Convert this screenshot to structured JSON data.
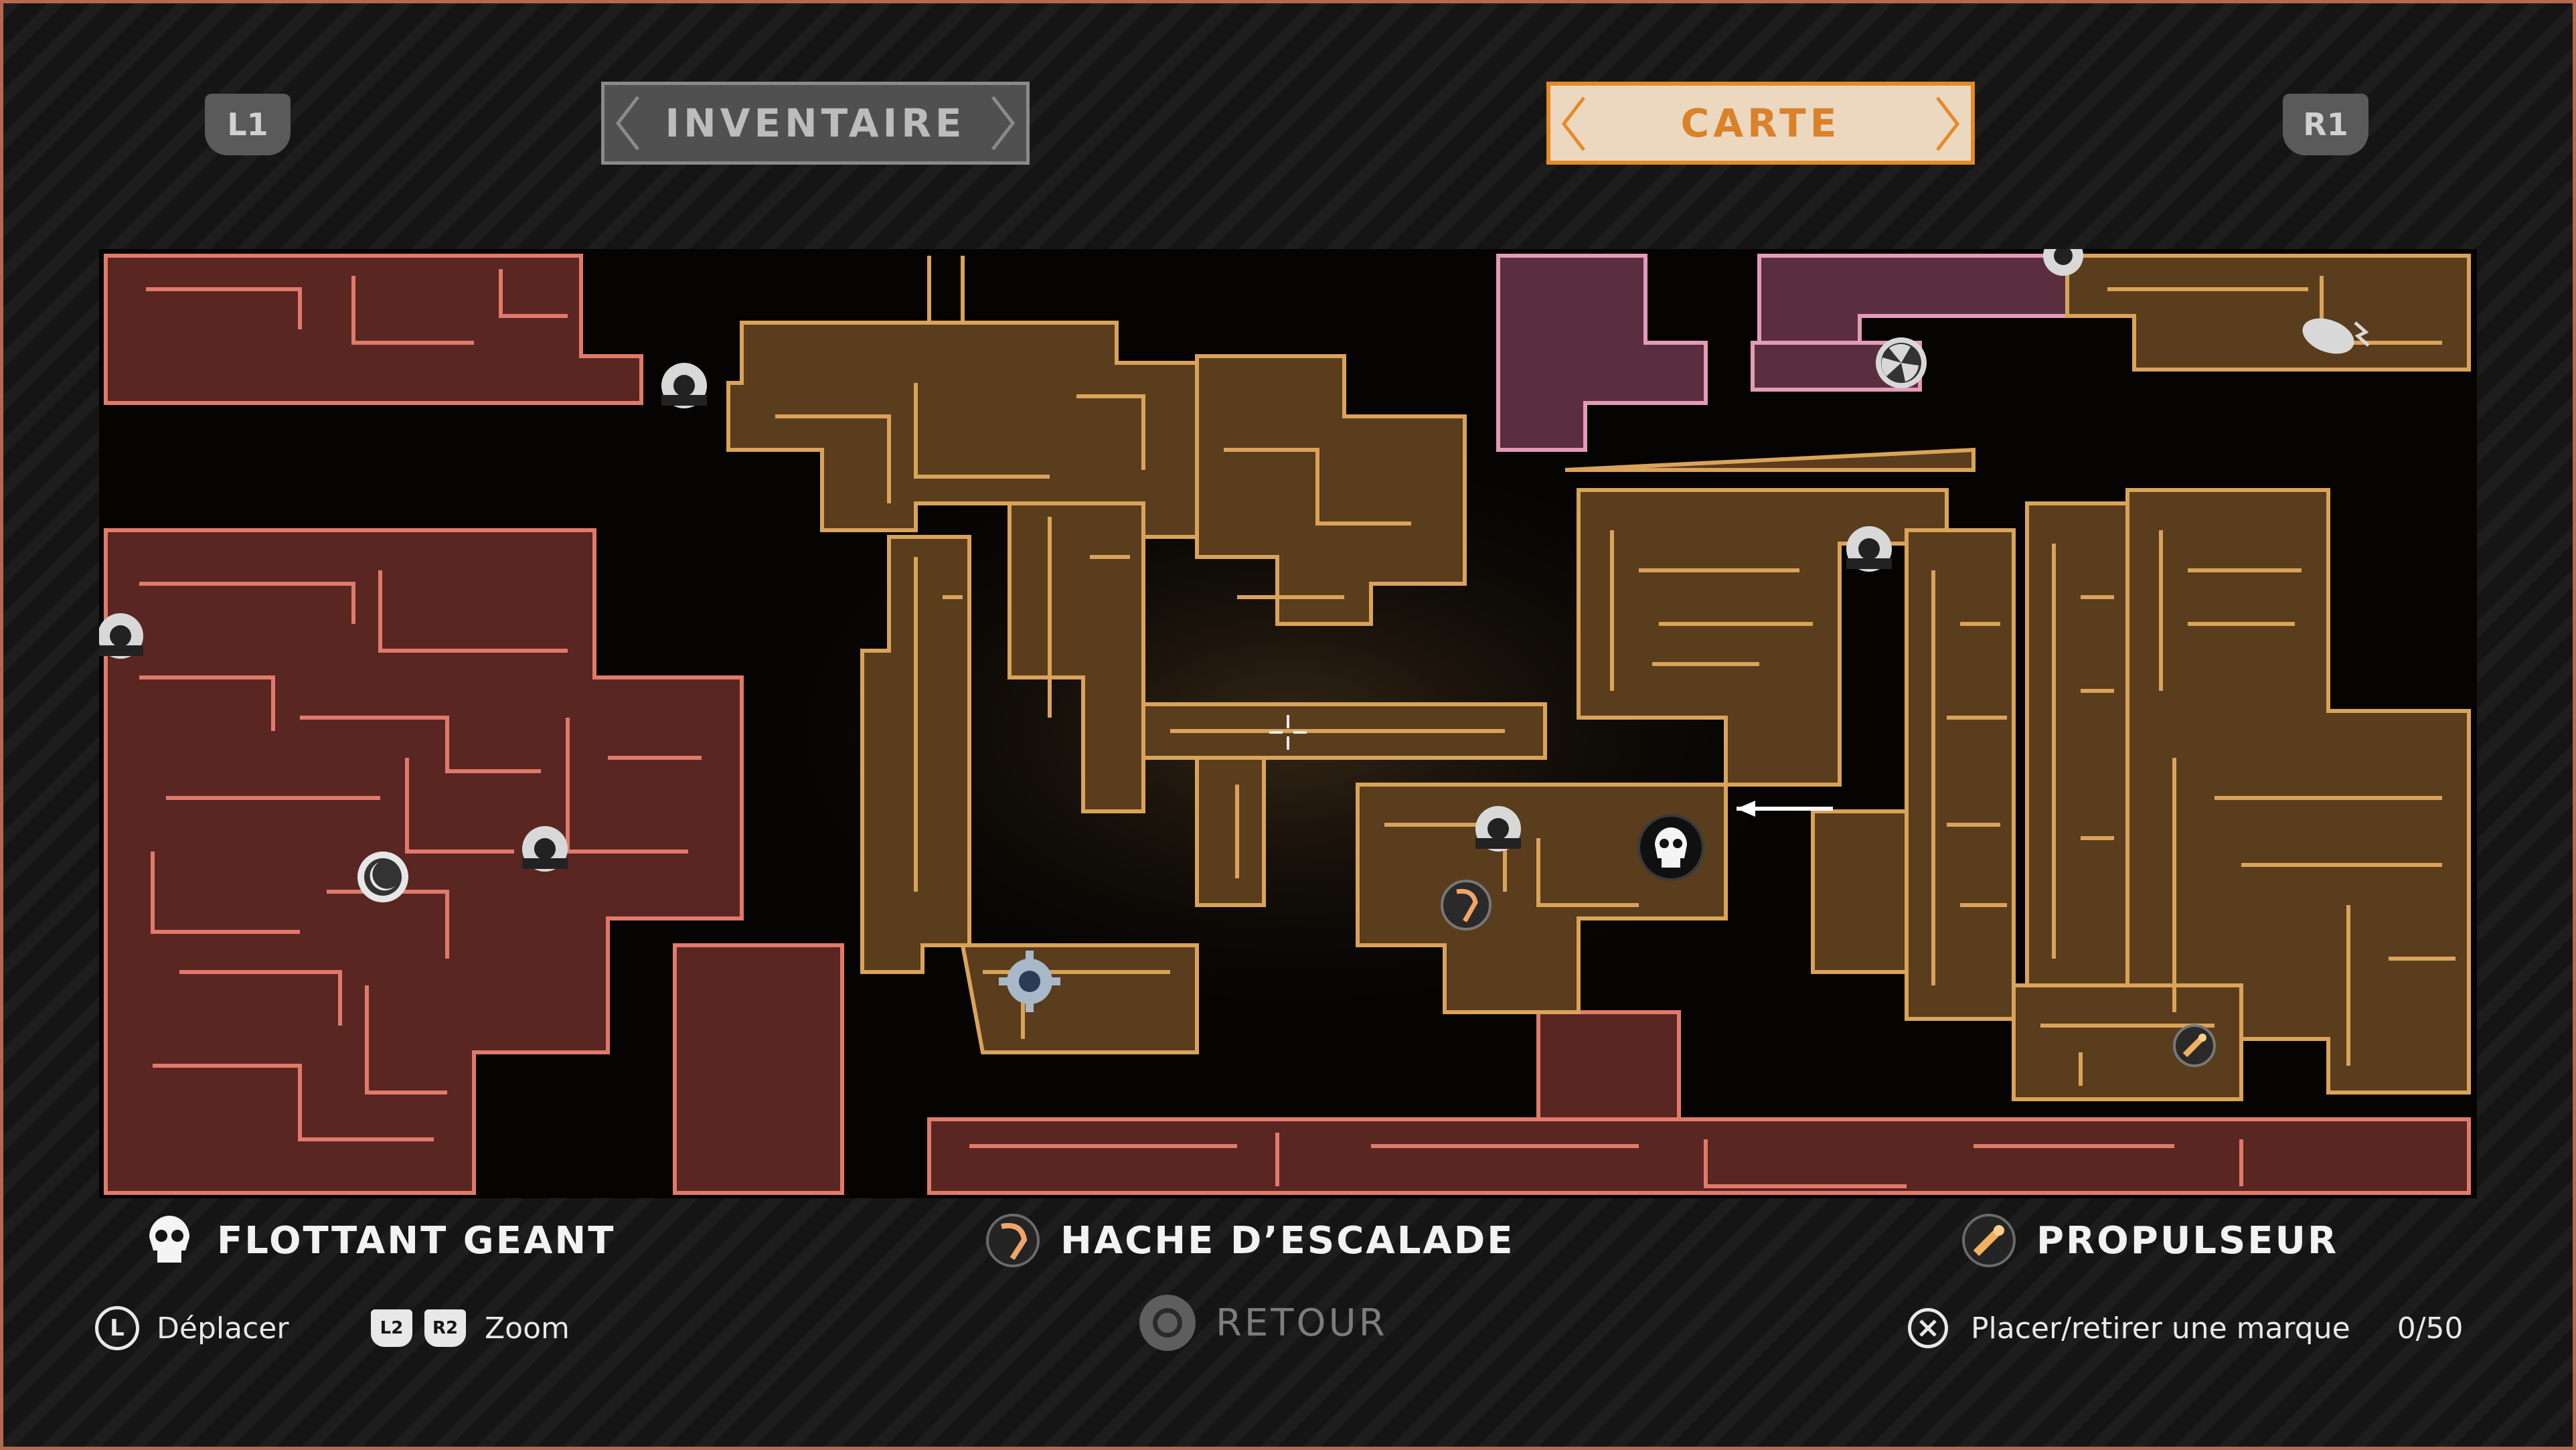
{
  "tabs": {
    "left_shoulder": "L1",
    "right_shoulder": "R1",
    "inventory_label": "INVENTAIRE",
    "map_label": "CARTE",
    "active": "CARTE"
  },
  "legend": [
    {
      "icon": "skull-icon",
      "label": "FLOTTANT GEANT"
    },
    {
      "icon": "climbing-axe-icon",
      "label": "HACHE D’ESCALADE"
    },
    {
      "icon": "thruster-icon",
      "label": "PROPULSEUR"
    }
  ],
  "controls": {
    "move_button": "L",
    "move_label": "Déplacer",
    "zoom_left": "L2",
    "zoom_right": "R2",
    "zoom_label": "Zoom",
    "back_label": "RETOUR",
    "marker_label": "Placer/retirer une marque",
    "marker_count": "0/50"
  },
  "colors": {
    "frame_border": "#b3684f",
    "active_tab_border": "#e48a28",
    "active_tab_fill": "#ecd7bf",
    "map_gold": "#d9a35a",
    "map_gold_fill": "#5a3d1c",
    "map_red": "#e07a6a",
    "map_red_fill": "#5a2622",
    "map_pink": "#e29bb8",
    "map_pink_fill": "#5a2e3f"
  }
}
